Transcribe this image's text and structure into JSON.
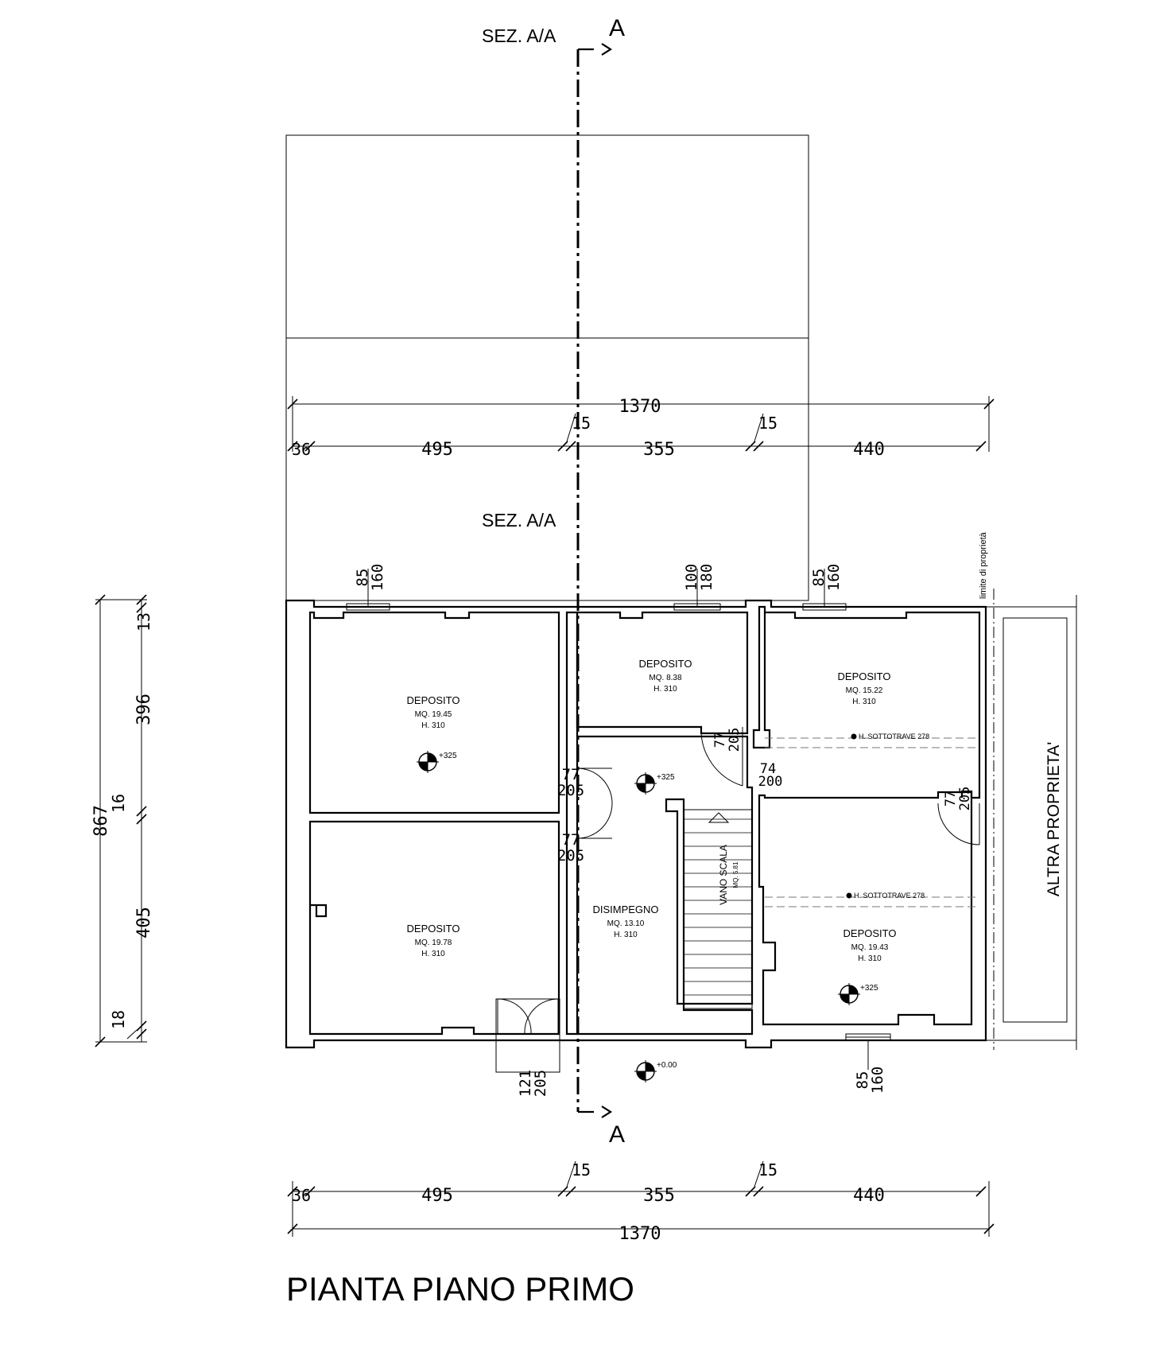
{
  "drawing_title": "PIANTA PIANO PRIMO",
  "section": {
    "label": "SEZ. A/A",
    "letter": "A"
  },
  "property_limit_label": "limite di proprietà",
  "neighbor_label": "ALTRA PROPRIETA'",
  "rooms": {
    "deposito_nw": {
      "name": "DEPOSITO",
      "area": "MQ. 19.45",
      "height": "H. 310",
      "level": "+325"
    },
    "deposito_sw": {
      "name": "DEPOSITO",
      "area": "MQ. 19.78",
      "height": "H. 310"
    },
    "deposito_n": {
      "name": "DEPOSITO",
      "area": "MQ. 8.38",
      "height": "H. 310"
    },
    "deposito_ne": {
      "name": "DEPOSITO",
      "area": "MQ. 15.22",
      "height": "H. 310",
      "beam": "H. SOTTOTRAVE 278"
    },
    "deposito_se": {
      "name": "DEPOSITO",
      "area": "MQ. 19.43",
      "height": "H. 310",
      "beam": "H. SOTTOTRAVE 278",
      "level": "+325"
    },
    "disimpegno": {
      "name": "DISIMPEGNO",
      "area": "MQ. 13.10",
      "height": "H. 310",
      "level": "+325"
    },
    "vano_scala": {
      "name": "VANO SCALA",
      "area": "MQ. 5.81"
    },
    "exterior": {
      "level": "+0.00"
    }
  },
  "dimensions": {
    "overall": "1370",
    "segments": [
      "36",
      "495",
      "15",
      "355",
      "15",
      "440"
    ],
    "vertical_total": "867",
    "vertical_segments": [
      "13",
      "396",
      "16",
      "405",
      "18"
    ],
    "window_85": "85",
    "window_160": "160",
    "window_100": "100",
    "window_180": "180",
    "door_77": "77",
    "door_205": "205",
    "door_74": "74",
    "door_200": "200",
    "door_121": "121"
  }
}
